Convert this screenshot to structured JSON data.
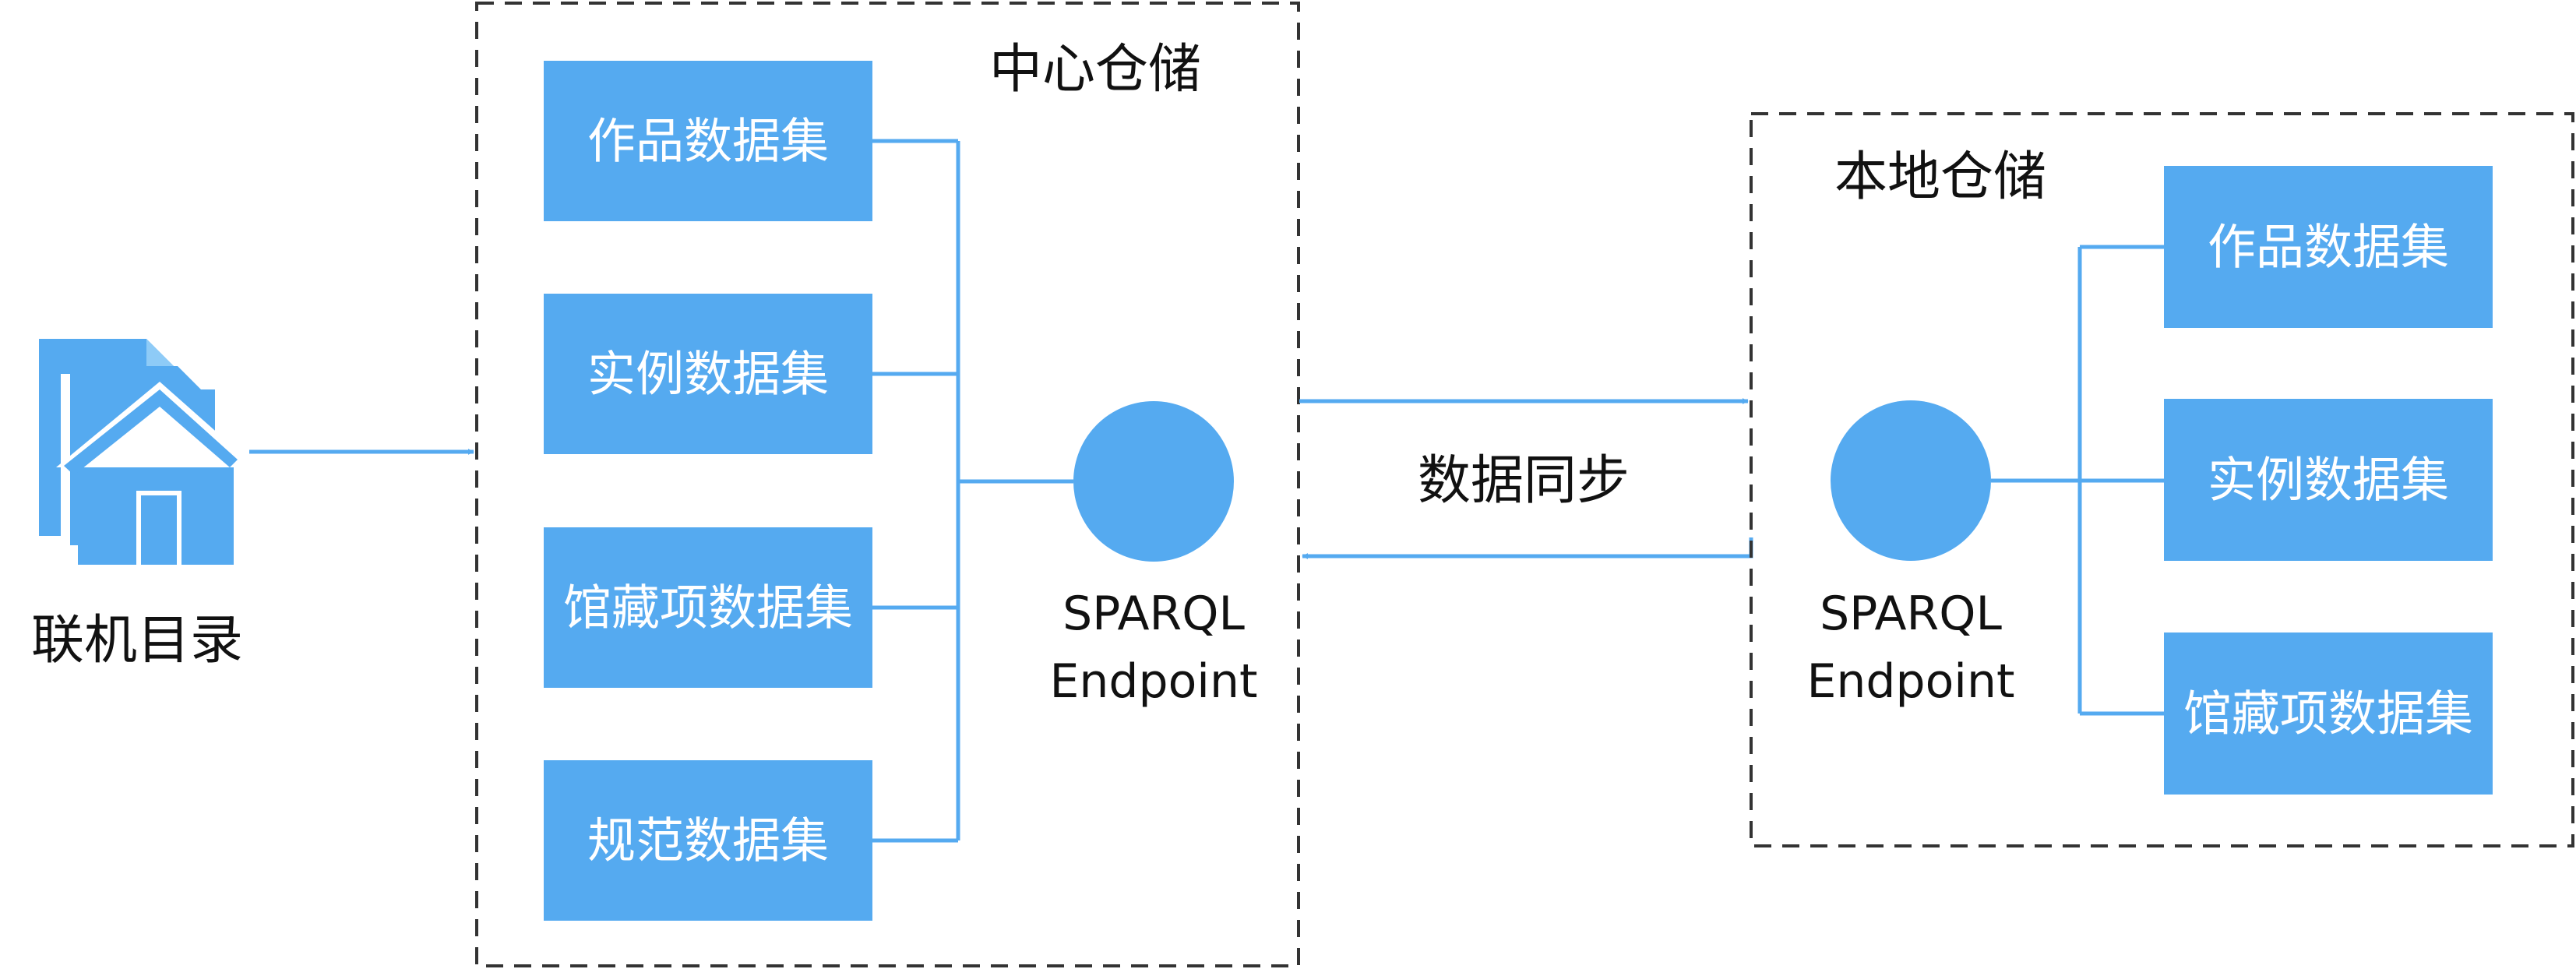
{
  "colors": {
    "accent": "#55aaf0",
    "text": "#111111",
    "dashed_border": "#333333"
  },
  "catalog": {
    "label": "联机目录",
    "icon": "house-document-icon"
  },
  "central": {
    "title": "中心仓储",
    "datasets": [
      "作品数据集",
      "实例数据集",
      "馆藏项数据集",
      "规范数据集"
    ],
    "endpoint_line1": "SPARQL",
    "endpoint_line2": "Endpoint"
  },
  "sync": {
    "label": "数据同步"
  },
  "local": {
    "title": "本地仓储",
    "datasets": [
      "作品数据集",
      "实例数据集",
      "馆藏项数据集"
    ],
    "endpoint_line1": "SPARQL",
    "endpoint_line2": "Endpoint"
  }
}
